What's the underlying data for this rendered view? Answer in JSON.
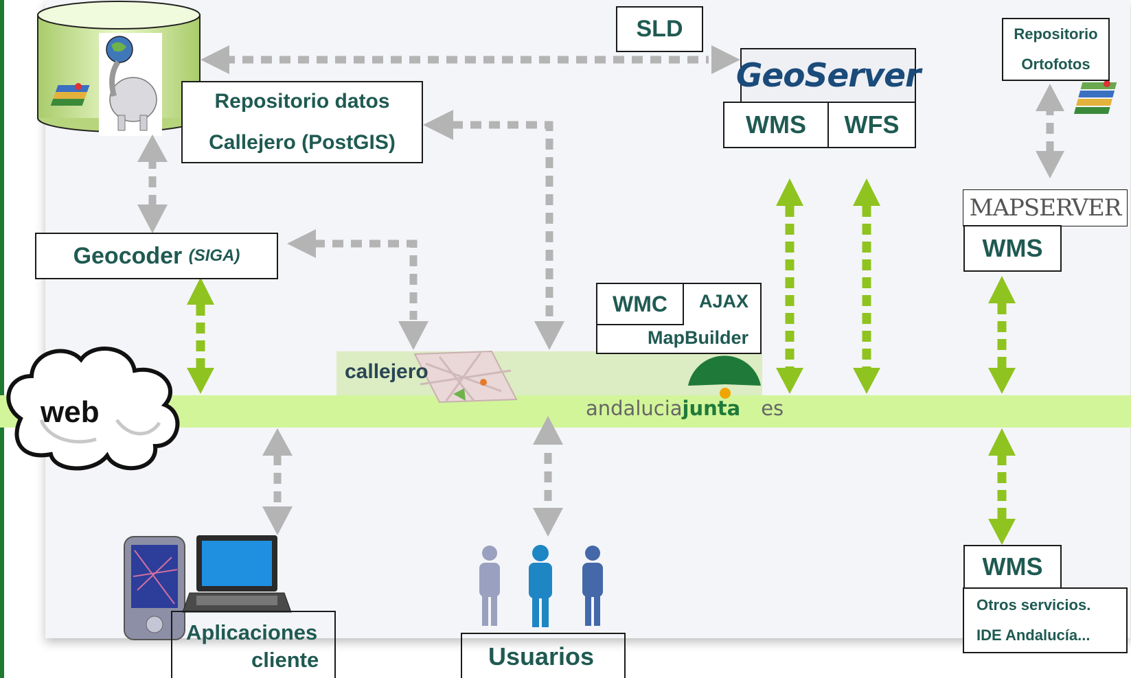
{
  "labels": {
    "sld": "SLD",
    "repo_datos_line1": "Repositorio datos",
    "repo_datos_line2": "Callejero (PostGIS)",
    "geoserver": "GeoServer",
    "geoserver_wms": "WMS",
    "geoserver_wfs": "WFS",
    "repo_ortofotos_line1": "Repositorio",
    "repo_ortofotos_line2": "Ortofotos",
    "mapserver": "MAPSERVER",
    "mapserver_wms": "WMS",
    "geocoder": "Geocoder",
    "geocoder_suffix": "(SIGA)",
    "wmc": "WMC",
    "ajax": "AJAX",
    "mapbuilder": "MapBuilder",
    "web": "web",
    "callejero_logo": "callejero",
    "andalucia_part1": "andalucia",
    "andalucia_part2": "junta",
    "andalucia_part3": "es",
    "aplicaciones_line1": "Aplicaciones",
    "aplicaciones_line2": "cliente",
    "usuarios": "Usuarios",
    "otros_wms": "WMS",
    "otros_line1": "Otros servicios.",
    "otros_line2": "IDE Andalucía..."
  },
  "colors": {
    "label_text": "#1f5a52",
    "grey_arrow": "#b4b4b4",
    "green_arrow": "#8fc31f",
    "web_band": "#d2f59a",
    "frame_green": "#1e7a33"
  }
}
